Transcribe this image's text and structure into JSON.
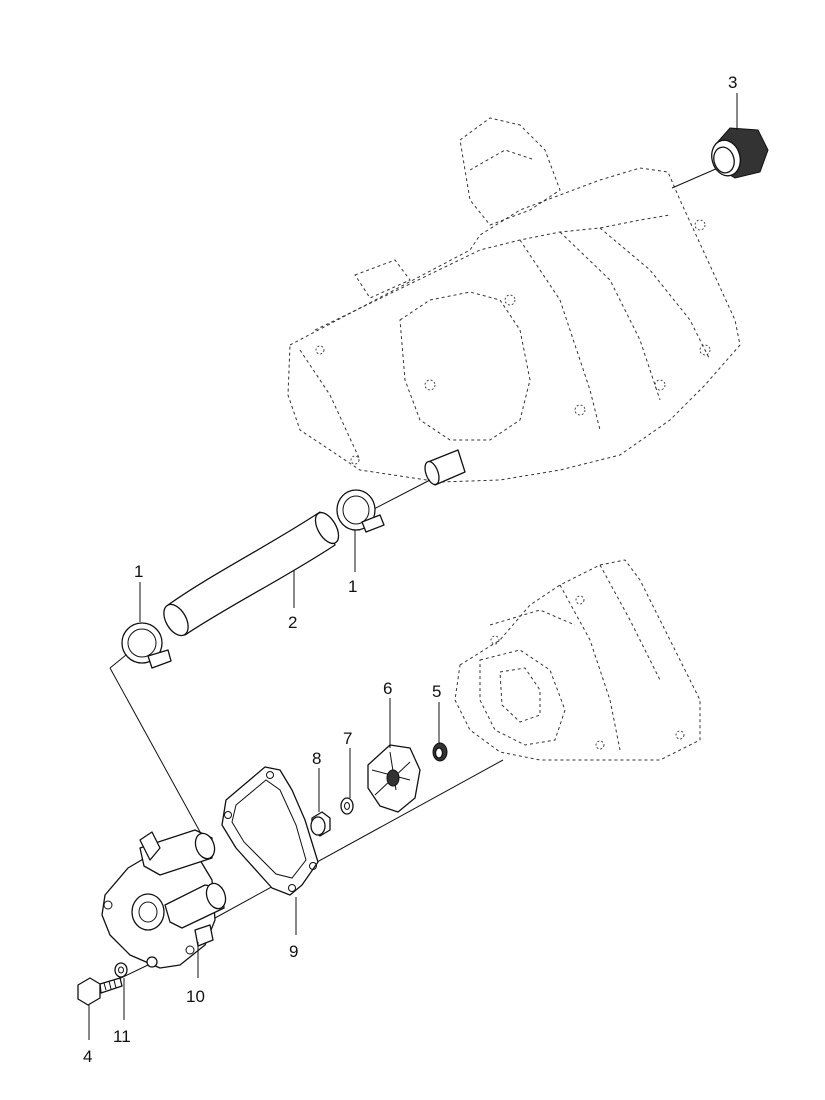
{
  "callouts": [
    {
      "id": "c1a",
      "text": "1"
    },
    {
      "id": "c1b",
      "text": "1"
    },
    {
      "id": "c2",
      "text": "2"
    },
    {
      "id": "c3",
      "text": "3"
    },
    {
      "id": "c4",
      "text": "4"
    },
    {
      "id": "c5",
      "text": "5"
    },
    {
      "id": "c6",
      "text": "6"
    },
    {
      "id": "c7",
      "text": "7"
    },
    {
      "id": "c8",
      "text": "8"
    },
    {
      "id": "c9",
      "text": "9"
    },
    {
      "id": "c10",
      "text": "10"
    },
    {
      "id": "c11",
      "text": "11"
    }
  ]
}
